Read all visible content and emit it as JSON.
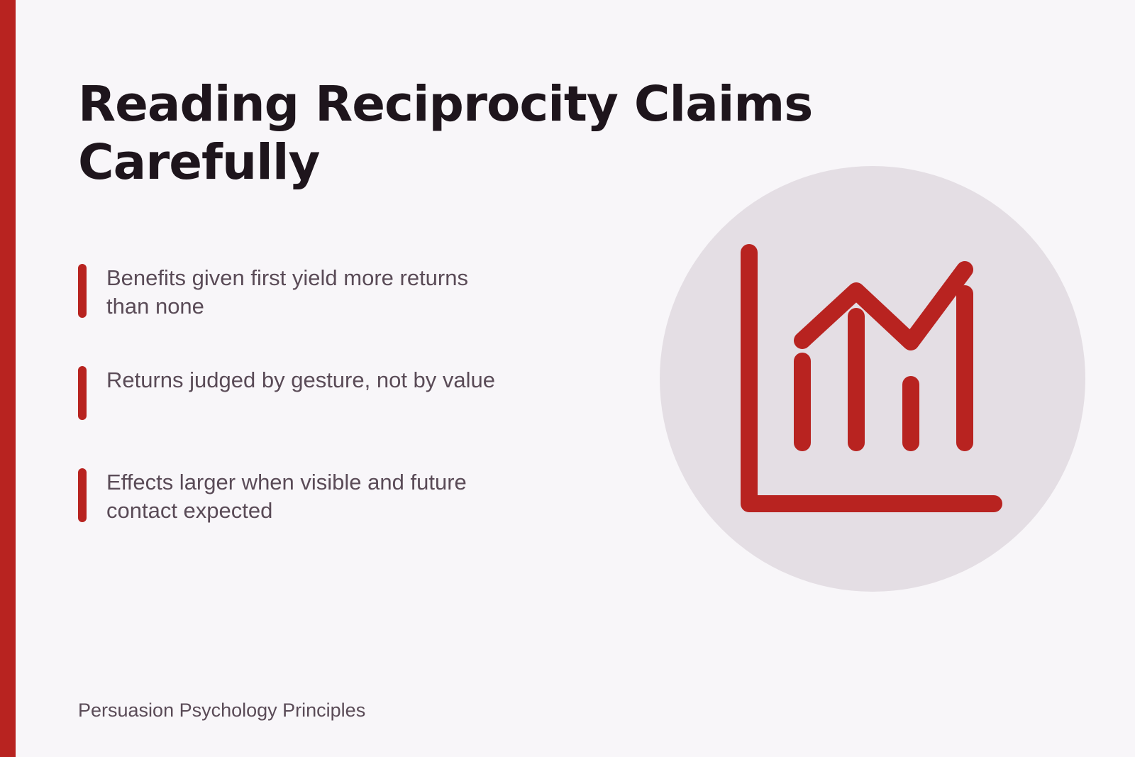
{
  "slide": {
    "title": "Reading Reciprocity Claims Carefully",
    "bullets": [
      "Benefits given first yield more returns than none",
      "Returns judged by gesture, not by value",
      "Effects larger when visible and future contact expected"
    ],
    "footer": "Persuasion Psychology Principles"
  },
  "illustration": {
    "icon": "bar-line-chart-icon"
  },
  "colors": {
    "accent": "#b82320",
    "background": "#f8f6f9",
    "title_text": "#1e151c",
    "body_text": "#5a4b57",
    "circle_fill": "#e4dee4"
  }
}
